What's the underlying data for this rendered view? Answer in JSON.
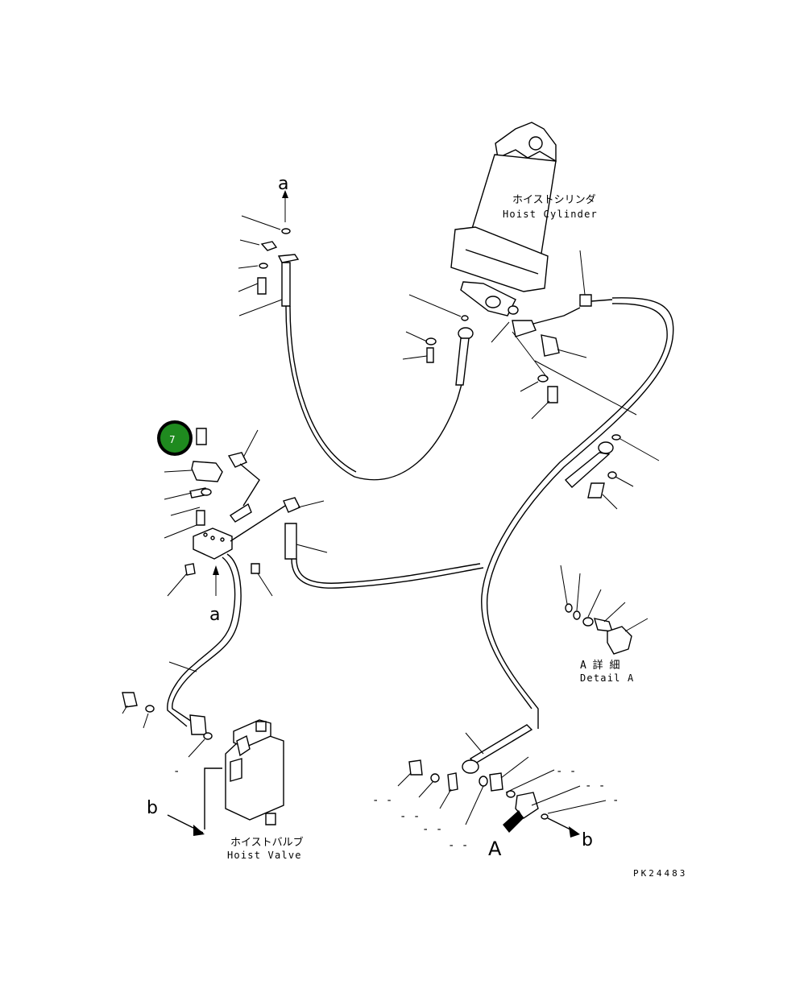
{
  "labels": {
    "hoist_cylinder_jp": "ホイストシリンダ",
    "hoist_cylinder_en": "Hoist Cylinder",
    "hoist_valve_jp": "ホイストバルブ",
    "hoist_valve_en": "Hoist Valve",
    "detail_a_jp": "A 詳 細",
    "detail_a_en": "Detail A",
    "drawing_number": "PK24483"
  },
  "markers": {
    "a_top": "a",
    "a_bottom": "a",
    "b_left": "b",
    "b_right": "b",
    "view_a": "A"
  },
  "callout": {
    "number": "7",
    "color": "#1f8a1f"
  },
  "placeholders": [
    "- -",
    "- -",
    "- -",
    "- -",
    "- -",
    "- -",
    "-",
    "-"
  ]
}
